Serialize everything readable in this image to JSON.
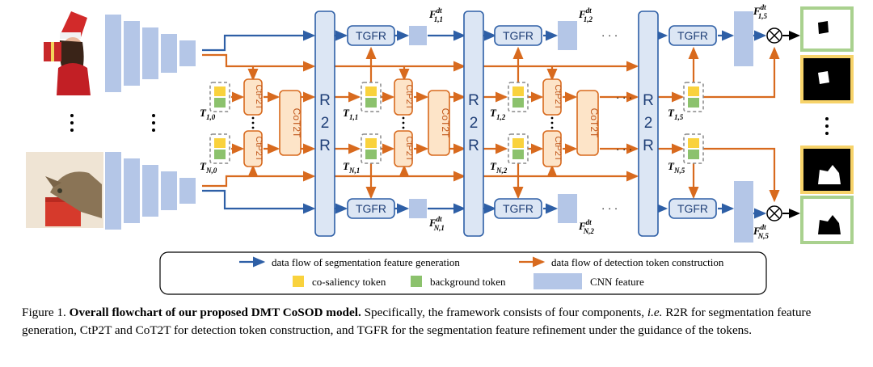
{
  "figure": {
    "modules": {
      "r2r": "R2R",
      "tgfr": "TGFR",
      "ctp2t": "CtP2T",
      "cot2t": "CoT2T"
    },
    "features": {
      "top": [
        "F^{dt}_{1,1}",
        "F^{dt}_{1,2}",
        "F^{dt}_{1,5}"
      ],
      "bottom": [
        "F^{dt}_{N,1}",
        "F^{dt}_{N,2}",
        "F^{dt}_{N,5}"
      ]
    },
    "tokens": {
      "top": [
        "T_{1,0}",
        "T_{1,1}",
        "T_{1,2}",
        "T_{1,5}"
      ],
      "bottom": [
        "T_{N,0}",
        "T_{N,1}",
        "T_{N,2}",
        "T_{N,5}"
      ]
    },
    "ellipsis_h": "· · ·",
    "operator": "⊗",
    "images": [
      "woman-with-gift-photo",
      "cat-with-gift-photo"
    ],
    "legend": {
      "blue_flow": "data flow of segmentation feature generation",
      "orange_flow": "data flow of detection token construction",
      "cosal_token": "co-saliency token",
      "bg_token": "background token",
      "cnn_feature": "CNN feature"
    },
    "colors": {
      "blue_arrow": "#2e5fa6",
      "orange_arrow": "#d86a1e",
      "yellow_token": "#f9d23d",
      "green_token": "#8cc26d",
      "cnn_feature": "#b4c6e7",
      "module_fill": "#dce6f4",
      "ctp2t_fill": "#fde4c8",
      "pred_border_green": "#a9d18e",
      "pred_border_yellow": "#f7d36a"
    }
  },
  "caption": {
    "prefix": "Figure 1.",
    "title": "Overall flowchart of our proposed DMT CoSOD model.",
    "text1": " Specifically, the framework consists of four components, ",
    "ie": "i.e.",
    "text2": " R2R for segmentation feature generation, CtP2T and CoT2T for detection token construction, and TGFR for the segmentation feature refinement under the guidance of the tokens."
  }
}
